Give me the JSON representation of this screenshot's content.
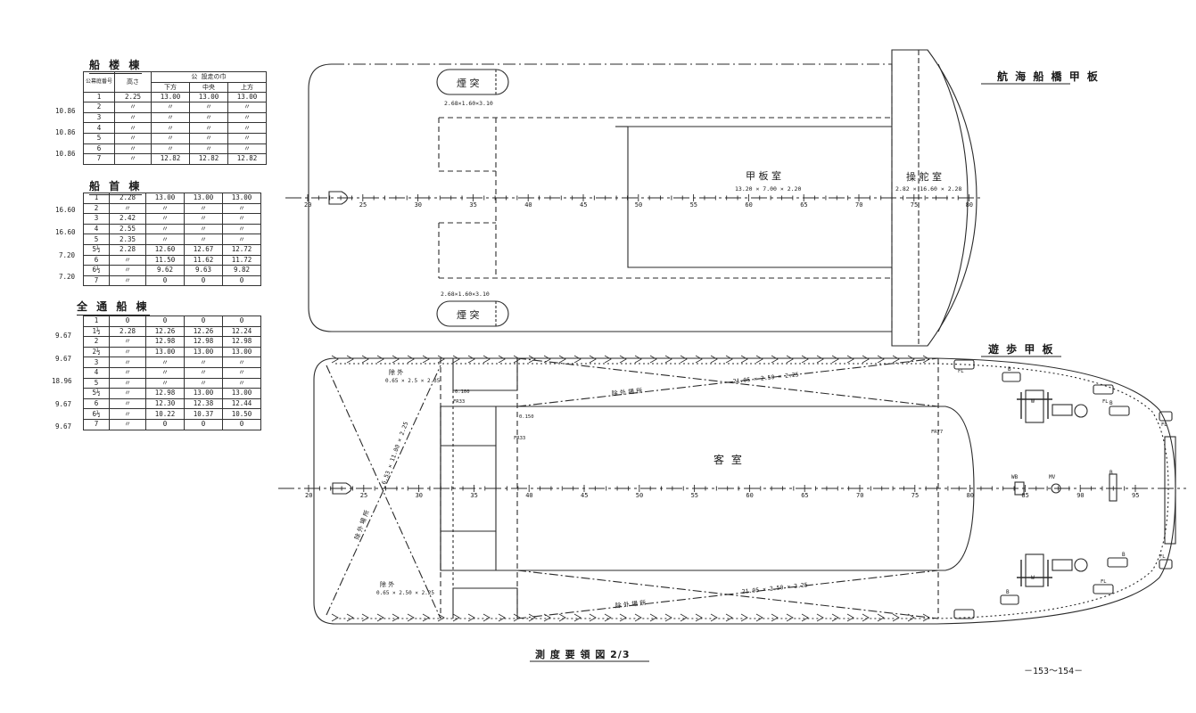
{
  "tables": [
    {
      "title": "船 楼 棟",
      "head_no": "公幕庭番号",
      "head_height": "高さ",
      "head_group": "公 設走の巾",
      "head_cols": [
        "下方",
        "中央",
        "上方"
      ],
      "rows": [
        [
          "1",
          "2.25",
          "13.00",
          "13.00",
          "13.00"
        ],
        [
          "2",
          "〃",
          "〃",
          "〃",
          "〃"
        ],
        [
          "3",
          "〃",
          "〃",
          "〃",
          "〃"
        ],
        [
          "4",
          "〃",
          "〃",
          "〃",
          "〃"
        ],
        [
          "5",
          "〃",
          "〃",
          "〃",
          "〃"
        ],
        [
          "6",
          "〃",
          "〃",
          "〃",
          "〃"
        ],
        [
          "7",
          "〃",
          "12.82",
          "12.82",
          "12.82"
        ]
      ],
      "side": [
        "10.86",
        "10.86",
        "10.86"
      ]
    },
    {
      "title": "船 首 棟",
      "rows": [
        [
          "1",
          "2.28",
          "13.00",
          "13.00",
          "13.00"
        ],
        [
          "2",
          "〃",
          "〃",
          "〃",
          "〃"
        ],
        [
          "3",
          "2.42",
          "〃",
          "〃",
          "〃"
        ],
        [
          "4",
          "2.55",
          "〃",
          "〃",
          "〃"
        ],
        [
          "5",
          "2.35",
          "〃",
          "〃",
          "〃"
        ],
        [
          "5½",
          "2.28",
          "12.60",
          "12.67",
          "12.72"
        ],
        [
          "6",
          "〃",
          "11.50",
          "11.62",
          "11.72"
        ],
        [
          "6½",
          "〃",
          "9.62",
          "9.63",
          "9.82"
        ],
        [
          "7",
          "〃",
          "0",
          "0",
          "0"
        ]
      ],
      "side": [
        "16.60",
        "16.60",
        "7.20",
        "7.20"
      ]
    },
    {
      "title": "全 通 船 棟",
      "rows": [
        [
          "1",
          "0",
          "0",
          "0",
          "0"
        ],
        [
          "1½",
          "2.28",
          "12.26",
          "12.26",
          "12.24"
        ],
        [
          "2",
          "〃",
          "12.98",
          "12.98",
          "12.98"
        ],
        [
          "2½",
          "〃",
          "13.00",
          "13.00",
          "13.00"
        ],
        [
          "3",
          "〃",
          "〃",
          "〃",
          "〃"
        ],
        [
          "4",
          "〃",
          "〃",
          "〃",
          "〃"
        ],
        [
          "5",
          "〃",
          "〃",
          "〃",
          "〃"
        ],
        [
          "5½",
          "〃",
          "12.98",
          "13.00",
          "13.00"
        ],
        [
          "6",
          "〃",
          "12.30",
          "12.38",
          "12.44"
        ],
        [
          "6½",
          "〃",
          "10.22",
          "10.37",
          "10.50"
        ],
        [
          "7",
          "〃",
          "0",
          "0",
          "0"
        ]
      ],
      "side": [
        "9.67",
        "9.67",
        "18.96",
        "9.67",
        "9.67"
      ]
    }
  ],
  "upper_plan": {
    "title": "航 海 船 橋 甲 板",
    "smoke_room": "煙 突",
    "smoke_dims": "2.68×1.60×3.10",
    "deck_room": "甲 板 室",
    "deck_room_dims": "13.20 × 7.00 × 2.20",
    "wheelhouse": "操 舵 室",
    "wheelhouse_dims": "2.82 × 16.60 × 2.28",
    "frame_labels": [
      "20",
      "25",
      "30",
      "35",
      "40",
      "45",
      "50",
      "55",
      "60",
      "65",
      "70",
      "75",
      "80"
    ]
  },
  "lower_plan": {
    "title": "遊 歩 甲 板",
    "cabin": "客          室",
    "exclude_a": "除 外",
    "exclude_a_dims": "0.65 × 2.5 × 2.35",
    "exclude_b": "除 外",
    "exclude_b_dims": "0.65 × 2.50 × 2.25",
    "exclude_place_1": "除 外 場 所",
    "exclude_place_2": "除 外 場 所",
    "exclude_place_3": "除 外 場 所",
    "dims_top": "21.05 × 2.50 × 2.25",
    "dims_bottom": "21.05 × 2.50 × 2.25",
    "dims_diag": "6.53 × 11.00 × 2.25",
    "small_1": "0.100",
    "small_2": "0.150",
    "fr_1": "FR33",
    "fr_2": "FR33",
    "fr_3": "FR77",
    "wb": "WB",
    "mv": "MV",
    "w_1": "W",
    "w_2": "W",
    "b_marks": [
      "B",
      "B",
      "B",
      "B",
      "B"
    ],
    "fl_marks": [
      "FL",
      "FL",
      "FL",
      "FL",
      "FL"
    ],
    "frame_labels": [
      "20",
      "25",
      "30",
      "35",
      "40",
      "45",
      "50",
      "55",
      "60",
      "65",
      "70",
      "75",
      "80",
      "85",
      "90",
      "95"
    ]
  },
  "caption": "測 度 要 領 図 2/3",
  "page_number": "－153～154－"
}
